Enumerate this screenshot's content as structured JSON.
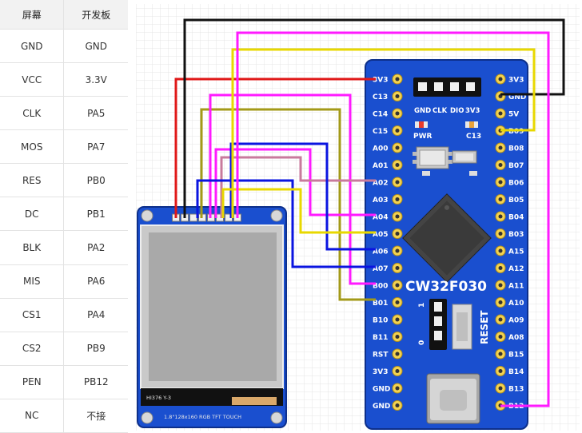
{
  "table": {
    "headers": [
      "屏幕",
      "开发板"
    ],
    "rows": [
      [
        "GND",
        "GND"
      ],
      [
        "VCC",
        "3.3V"
      ],
      [
        "CLK",
        "PA5"
      ],
      [
        "MOS",
        "PA7"
      ],
      [
        "RES",
        "PB0"
      ],
      [
        "DC",
        "PB1"
      ],
      [
        "BLK",
        "PA2"
      ],
      [
        "MIS",
        "PA6"
      ],
      [
        "CS1",
        "PA4"
      ],
      [
        "CS2",
        "PB9"
      ],
      [
        "PEN",
        "PB12"
      ],
      [
        "NC",
        "不接"
      ]
    ]
  },
  "board": {
    "name": "CW32F030",
    "left_pins": [
      "3V3",
      "C13",
      "C14",
      "C15",
      "A00",
      "A01",
      "A02",
      "A03",
      "A04",
      "A05",
      "A06",
      "A07",
      "B00",
      "B01",
      "B10",
      "B11",
      "RST",
      "3V3",
      "GND",
      "GND"
    ],
    "right_pins": [
      "3V3",
      "GND",
      "5V",
      "B09",
      "B08",
      "B07",
      "B06",
      "B05",
      "B04",
      "B03",
      "A15",
      "A12",
      "A11",
      "A10",
      "A09",
      "A08",
      "B15",
      "B14",
      "B13",
      "B12"
    ],
    "header_labels": [
      "GND",
      "CLK",
      "DIO",
      "3V3"
    ],
    "pwr_label": "PWR",
    "c13_label": "C13",
    "reset_label": "RESET",
    "jumper_0": "0",
    "jumper_1": "1"
  },
  "screen": {
    "model_label": "1.8\"128x160 RGB TFT TOUCH",
    "chip_label": "HI376  Y-3"
  },
  "colors": {
    "board_blue": "#1a4fcf",
    "wire_red": "#e01818",
    "wire_black": "#111111",
    "wire_magenta": "#ff1aff",
    "wire_yellow": "#e8d800",
    "wire_olive": "#a39a18",
    "wire_blue": "#0a14e0",
    "wire_pink": "#c87a9c"
  }
}
